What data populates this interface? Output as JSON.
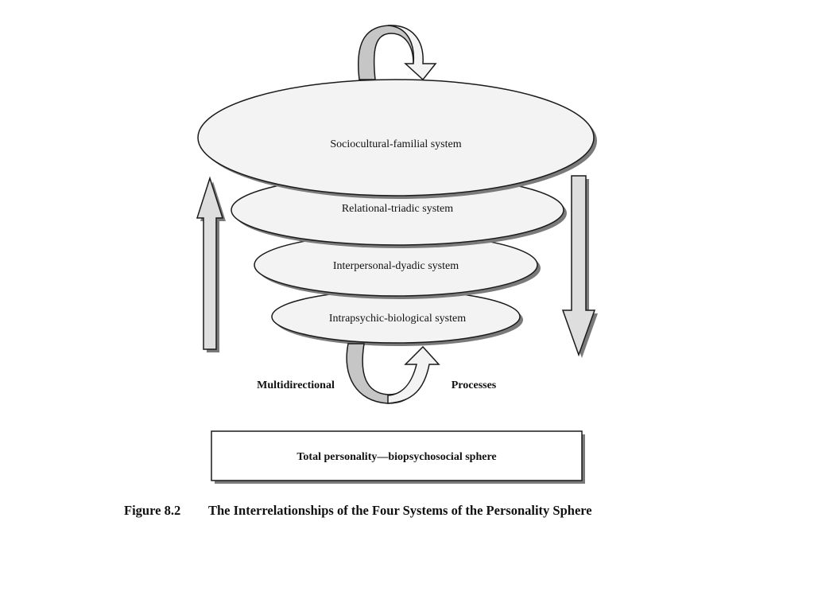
{
  "systems": [
    "Sociocultural-familial system",
    "Relational-triadic system",
    "Interpersonal-dyadic system",
    "Intrapsychic-biological system"
  ],
  "process_labels": {
    "left": "Multidirectional",
    "right": "Processes"
  },
  "total_box": "Total personality—biopsychosocial sphere",
  "caption": {
    "number": "Figure 8.2",
    "title": "The Interrelationships of the Four Systems of the Personality Sphere"
  },
  "colors": {
    "ellipse_fill": "#f3f3f3",
    "outline": "#1a1a1a",
    "arrow_fill": "#d9d9d9",
    "shadow": "#7a7a7a"
  }
}
